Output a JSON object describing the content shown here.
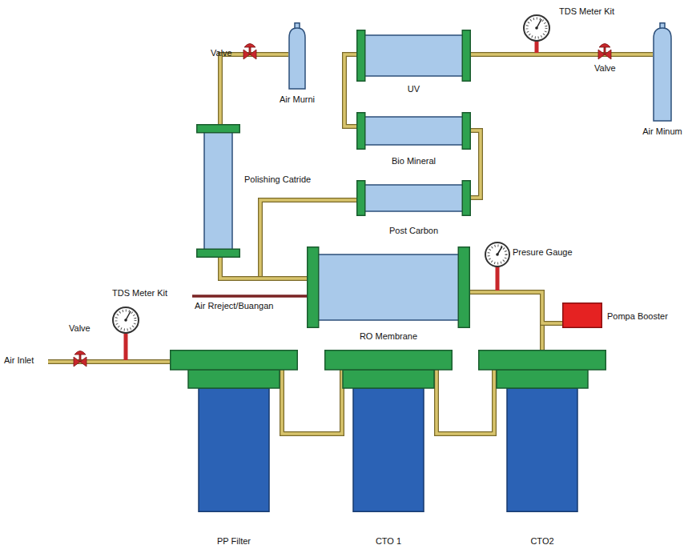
{
  "diagram": {
    "nodes": [
      {
        "text": [
          "UV"
        ]
      },
      {
        "text": [
          "Air Murni"
        ]
      },
      {
        "text": [
          "Air Minum"
        ]
      },
      {
        "text": [
          "Bio Mineral"
        ]
      },
      {
        "text": [
          "Polishing Catride"
        ]
      },
      {
        "text": [
          "Post Carbon"
        ]
      },
      {
        "text": [
          "RO Membrane"
        ]
      },
      {
        "text": [
          "Pompa Booster"
        ]
      },
      {
        "text": [
          "PP Filter"
        ]
      },
      {
        "text": [
          "CTO 1"
        ]
      },
      {
        "text": [
          "CTO2"
        ]
      }
    ],
    "edges": [
      {
        "from": 8,
        "to": 9,
        "arrow": "none"
      },
      {
        "from": 9,
        "to": 10,
        "arrow": "none"
      },
      {
        "from": 10,
        "to": 6,
        "arrow": "none"
      },
      {
        "from": 7,
        "to": 6,
        "arrow": "none"
      },
      {
        "from": 6,
        "to": 5,
        "arrow": "none"
      },
      {
        "from": 6,
        "to": 4,
        "arrow": "none"
      },
      {
        "from": 5,
        "to": 3,
        "arrow": "none"
      },
      {
        "from": 3,
        "to": 0,
        "arrow": "none"
      },
      {
        "from": 0,
        "to": 2,
        "arrow": "none"
      },
      {
        "from": 4,
        "to": 1,
        "arrow": "none"
      }
    ],
    "labels": [
      "Valve",
      "TDS Meter Kit",
      "Valve",
      "Presure Gauge",
      "TDS Meter Kit",
      "Air Rreject/Buangan",
      "Valve",
      "Air Inlet"
    ]
  }
}
